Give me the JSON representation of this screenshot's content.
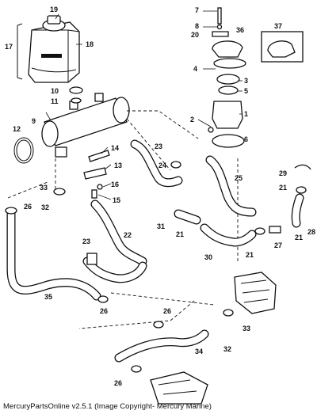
{
  "diagram": {
    "callouts": {
      "c1": "1",
      "c2": "2",
      "c3": "3",
      "c4": "4",
      "c5": "5",
      "c6": "6",
      "c7": "7",
      "c8": "8",
      "c9": "9",
      "c10": "10",
      "c11": "11",
      "c12": "12",
      "c13": "13",
      "c14": "14",
      "c15": "15",
      "c16": "16",
      "c17": "17",
      "c18": "18",
      "c19": "19",
      "c20": "20",
      "c21a": "21",
      "c21b": "21",
      "c21c": "21",
      "c21d": "21",
      "c22": "22",
      "c23a": "23",
      "c23b": "23",
      "c24": "24",
      "c25": "25",
      "c26a": "26",
      "c26b": "26",
      "c26c": "26",
      "c26d": "26",
      "c27": "27",
      "c28": "28",
      "c29": "29",
      "c30": "30",
      "c31": "31",
      "c32a": "32",
      "c32b": "32",
      "c33a": "33",
      "c33b": "33",
      "c34": "34",
      "c35": "35",
      "c36": "36",
      "c37": "37"
    }
  },
  "footer": {
    "copyright": "MercuryPartsOnline v2.5.1 (Image Copyright- Mercury Marine)"
  }
}
